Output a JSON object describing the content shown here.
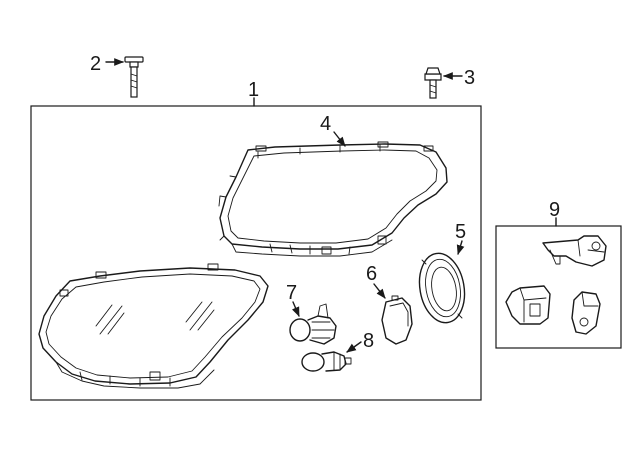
{
  "callouts": [
    {
      "id": "1",
      "text": "1"
    },
    {
      "id": "2",
      "text": "2"
    },
    {
      "id": "3",
      "text": "3"
    },
    {
      "id": "4",
      "text": "4"
    },
    {
      "id": "5",
      "text": "5"
    },
    {
      "id": "6",
      "text": "6"
    },
    {
      "id": "7",
      "text": "7"
    },
    {
      "id": "8",
      "text": "8"
    },
    {
      "id": "9",
      "text": "9"
    }
  ],
  "colors": {
    "line": "#1a1a1a",
    "background": "#ffffff"
  }
}
